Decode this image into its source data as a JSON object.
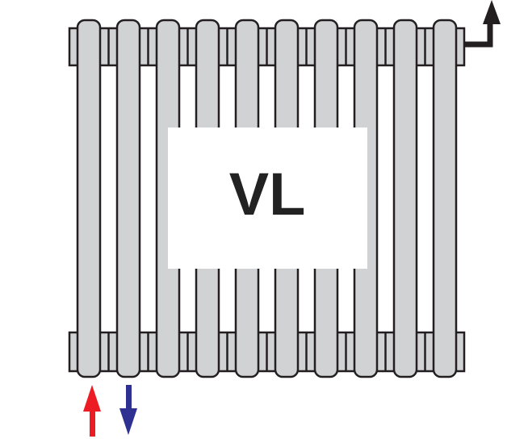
{
  "diagram": {
    "model_label": "VL",
    "section_count": 10,
    "colors": {
      "body": "#d1d2d4",
      "outline": "#231f20",
      "supply_arrow": "#ed1c24",
      "return_arrow": "#2e3192",
      "outlet_arrow": "#231f20"
    },
    "flows": [
      {
        "name": "supply",
        "direction": "up"
      },
      {
        "name": "return",
        "direction": "down"
      },
      {
        "name": "outlet",
        "direction": "up"
      }
    ]
  }
}
